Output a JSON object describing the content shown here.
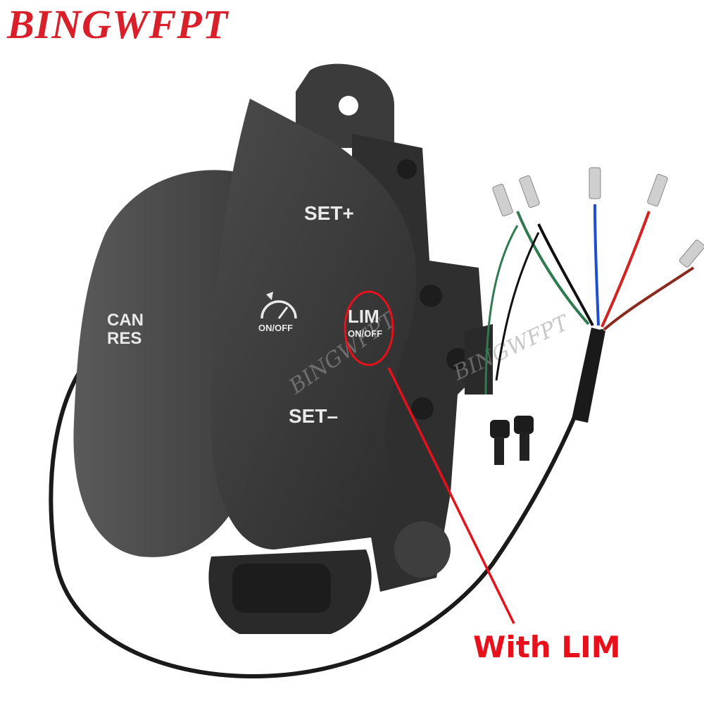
{
  "brand": {
    "name": "BINGWFPT",
    "color": "#d9202a"
  },
  "watermark": {
    "text": "BINGWFPT"
  },
  "buttons": {
    "can_res": {
      "line1": "CAN",
      "line2": "RES"
    },
    "set_plus": {
      "label": "SET+"
    },
    "cruise_icon": {
      "icon": "speedometer-icon",
      "label": "ON/OFF"
    },
    "lim": {
      "line1": "LIM",
      "line2": "ON/OFF"
    },
    "set_minus": {
      "label": "SET–"
    }
  },
  "callout": {
    "text": "With LIM",
    "color": "#e8101a"
  },
  "wires": {
    "colors": [
      "#2f7a4f",
      "#111111",
      "#1f4fd0",
      "#d42222",
      "#8b2a1e"
    ]
  }
}
